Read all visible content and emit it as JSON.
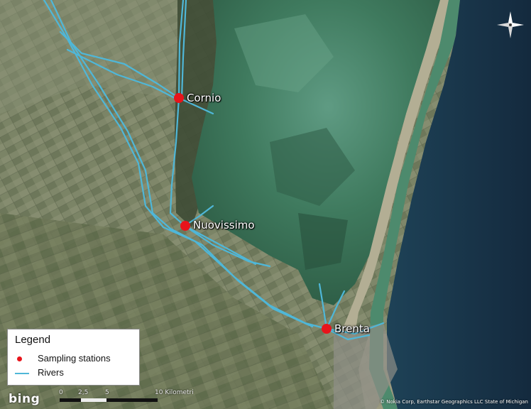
{
  "map": {
    "provider_logo": "bing",
    "copyright": "© Nokia Corp, Earthstar Geographics LLC State of Michigan",
    "stations": [
      {
        "name": "Cornio",
        "type": "sampling-station"
      },
      {
        "name": "Nuovissimo",
        "type": "sampling-station"
      },
      {
        "name": "Brenta",
        "type": "sampling-station"
      }
    ],
    "colors": {
      "station": "#e8141b",
      "river": "#4fb7d8",
      "sea": "#17324a",
      "lagoon": "#3f7a5e",
      "land": "#6f7a5c"
    }
  },
  "legend": {
    "title": "Legend",
    "items": [
      {
        "label": "Sampling stations",
        "symbol": "red-dot-icon"
      },
      {
        "label": "Rivers",
        "symbol": "blue-line-icon"
      }
    ]
  },
  "scale": {
    "ticks": [
      "0",
      "2,5",
      "5",
      "10 Kilometri"
    ]
  },
  "compass": {
    "icon": "compass-rose-icon"
  }
}
